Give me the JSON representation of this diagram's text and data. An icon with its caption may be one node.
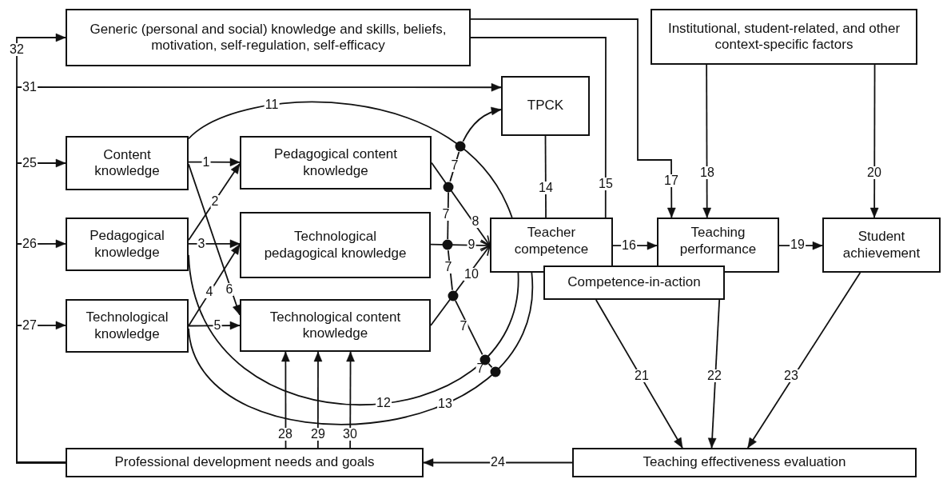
{
  "diagram": {
    "nodes": [
      {
        "text": [
          "Generic (personal and social) knowledge and skills, beliefs, motivation, self-regulation, self-efficacy"
        ]
      },
      {
        "text": [
          "Institutional, student-related, and other context-specific factors"
        ]
      },
      {
        "text": [
          "TPCK"
        ]
      },
      {
        "text": [
          "Content knowledge"
        ]
      },
      {
        "text": [
          "Pedagogical content knowledge"
        ]
      },
      {
        "text": [
          "Pedagogical knowledge"
        ]
      },
      {
        "text": [
          "Technological pedagogical knowledge"
        ]
      },
      {
        "text": [
          "Technological knowledge"
        ]
      },
      {
        "text": [
          "Technological content knowledge"
        ]
      },
      {
        "text": [
          "Teacher competence"
        ]
      },
      {
        "text": [
          "Teaching performance"
        ]
      },
      {
        "text": [
          "Student achievement"
        ]
      },
      {
        "text": [
          "Competence-in-action"
        ]
      },
      {
        "text": [
          "Professional development needs and goals"
        ]
      },
      {
        "text": [
          "Teaching effectiveness evaluation"
        ]
      },
      {
        "text": [],
        "shape": "circle"
      },
      {
        "text": [],
        "shape": "circle"
      },
      {
        "text": [],
        "shape": "circle"
      },
      {
        "text": [],
        "shape": "circle"
      },
      {
        "text": [],
        "shape": "circle"
      },
      {
        "text": [],
        "shape": "circle"
      }
    ],
    "edges": [
      {
        "from": 3,
        "to": 4,
        "arrow": "to",
        "label": "1"
      },
      {
        "from": 5,
        "to": 4,
        "arrow": "to",
        "label": "2"
      },
      {
        "from": 5,
        "to": 6,
        "arrow": "to",
        "label": "3"
      },
      {
        "from": 7,
        "to": 6,
        "arrow": "to",
        "label": "4"
      },
      {
        "from": 7,
        "to": 8,
        "arrow": "to",
        "label": "5"
      },
      {
        "from": 3,
        "to": 8,
        "arrow": "to",
        "label": "6"
      },
      {
        "from": 15,
        "to": 2,
        "arrow": "to"
      },
      {
        "from": 15,
        "to": 16,
        "arrow": "none",
        "label": "7"
      },
      {
        "from": 16,
        "to": 17,
        "arrow": "none",
        "label": "7"
      },
      {
        "from": 17,
        "to": 18,
        "arrow": "none",
        "label": "7"
      },
      {
        "from": 18,
        "to": 19,
        "arrow": "none",
        "label": "7"
      },
      {
        "from": 19,
        "to": 20,
        "arrow": "none",
        "label": "7"
      },
      {
        "from": 4,
        "to": 9,
        "arrow": "to",
        "label": "8"
      },
      {
        "from": 6,
        "to": 9,
        "arrow": "to",
        "label": "9"
      },
      {
        "from": 8,
        "to": 9,
        "arrow": "to",
        "label": "10"
      },
      {
        "from": 3,
        "to": 9,
        "arrow": "none",
        "label": "11"
      },
      {
        "from": 5,
        "to": 9,
        "arrow": "none",
        "label": "12"
      },
      {
        "from": 7,
        "to": 9,
        "arrow": "none",
        "label": "13"
      },
      {
        "from": 2,
        "to": 9,
        "arrow": "none",
        "label": "14"
      },
      {
        "from": 0,
        "to": 9,
        "arrow": "none",
        "label": "15"
      },
      {
        "from": 9,
        "to": 10,
        "arrow": "to",
        "label": "16"
      },
      {
        "from": 0,
        "to": 10,
        "arrow": "to",
        "label": "17"
      },
      {
        "from": 1,
        "to": 10,
        "arrow": "to",
        "label": "18"
      },
      {
        "from": 10,
        "to": 11,
        "arrow": "to",
        "label": "19"
      },
      {
        "from": 1,
        "to": 11,
        "arrow": "to",
        "label": "20"
      },
      {
        "from": 12,
        "to": 14,
        "arrow": "to",
        "label": "21"
      },
      {
        "from": 12,
        "to": 14,
        "arrow": "to",
        "label": "22"
      },
      {
        "from": 11,
        "to": 14,
        "arrow": "to",
        "label": "23"
      },
      {
        "from": 14,
        "to": 13,
        "arrow": "to",
        "label": "24"
      },
      {
        "from": 13,
        "to": 3,
        "arrow": "to",
        "label": "25"
      },
      {
        "from": 13,
        "to": 5,
        "arrow": "to",
        "label": "26"
      },
      {
        "from": 13,
        "to": 7,
        "arrow": "to",
        "label": "27"
      },
      {
        "from": 13,
        "to": 8,
        "arrow": "to",
        "label": "28"
      },
      {
        "from": 13,
        "to": 8,
        "arrow": "to",
        "label": "29"
      },
      {
        "from": 13,
        "to": 8,
        "arrow": "to",
        "label": "30"
      },
      {
        "from": 13,
        "to": 2,
        "arrow": "to",
        "label": "31"
      },
      {
        "from": 13,
        "to": 0,
        "arrow": "to",
        "label": "32"
      }
    ]
  }
}
